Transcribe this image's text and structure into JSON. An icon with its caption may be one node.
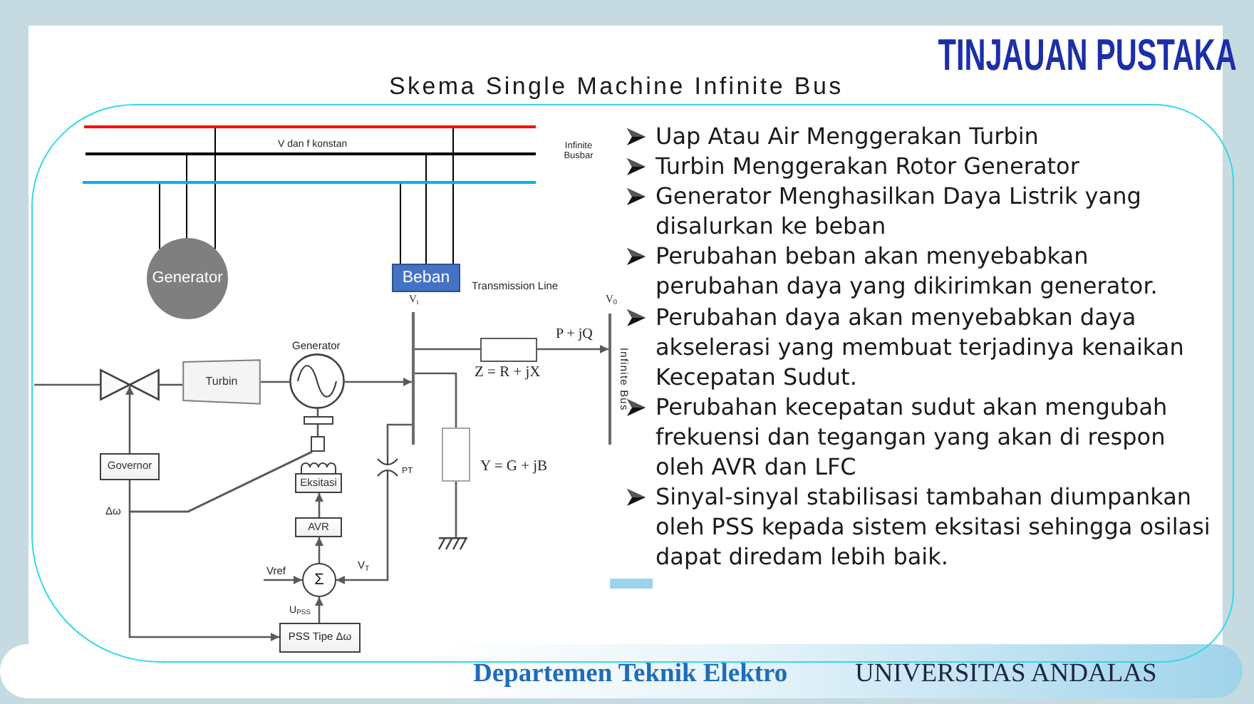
{
  "diagram": {
    "title": "TINJAUAN PUSTAKA",
    "nodes": [
      {
        "text": [],
        "shape": "bar"
      },
      {
        "text": [],
        "shape": "bar"
      },
      {
        "text": [],
        "shape": "bar"
      },
      {
        "text": [
          "Generator"
        ]
      },
      {
        "text": [
          "Beban"
        ]
      },
      {
        "text": [],
        "shape": "bar",
        "beside": [
          "V$_{t}$"
        ]
      },
      {
        "text": [],
        "shape": "box",
        "beside": [
          "Z = R + jX"
        ]
      },
      {
        "text": [],
        "shape": "bar",
        "beside": [
          "V$_{0}$",
          "Infinite Bus"
        ]
      },
      {
        "text": [],
        "shape": "valve"
      },
      {
        "text": [
          "Turbin"
        ]
      },
      {
        "text": [],
        "shape": "circle",
        "beside": [
          "Generator"
        ]
      },
      {
        "text": [],
        "shape": "box"
      },
      {
        "text": [],
        "shape": "box",
        "beside": [
          "Y = G + jB"
        ]
      },
      {
        "text": [],
        "shape": "ground"
      },
      {
        "text": [],
        "shape": "transformer",
        "beside": [
          "PT"
        ]
      },
      {
        "text": [
          "Governor"
        ]
      },
      {
        "text": [
          "Eksitasi"
        ]
      },
      {
        "text": [
          "AVR"
        ]
      },
      {
        "text": [
          "Σ"
        ]
      },
      {
        "text": [
          "PSS Tipe Δω"
        ]
      }
    ],
    "edges": [
      {
        "from": 3,
        "to": 2,
        "arrow": "none",
        "color": "#000000"
      },
      {
        "from": 3,
        "to": 1,
        "arrow": "none",
        "color": "#000000"
      },
      {
        "from": 3,
        "to": 0,
        "arrow": "none",
        "color": "#000000"
      },
      {
        "from": 4,
        "to": 2,
        "arrow": "none",
        "color": "#000000"
      },
      {
        "from": 4,
        "to": 1,
        "arrow": "none",
        "color": "#000000"
      },
      {
        "from": 4,
        "to": 0,
        "arrow": "none",
        "color": "#000000"
      },
      {
        "from": null,
        "to": 8,
        "arrow": "none"
      },
      {
        "from": 8,
        "to": 9,
        "arrow": "none"
      },
      {
        "from": 9,
        "to": 10,
        "arrow": "none"
      },
      {
        "from": 10,
        "to": 5,
        "arrow": "to"
      },
      {
        "from": 5,
        "to": 6,
        "arrow": "none"
      },
      {
        "from": 6,
        "to": 7,
        "arrow": "to",
        "label": "P + jQ"
      },
      {
        "from": 5,
        "to": 12,
        "arrow": "none"
      },
      {
        "from": 12,
        "to": 13,
        "arrow": "none"
      },
      {
        "from": 5,
        "to": 14,
        "arrow": "none"
      },
      {
        "from": 14,
        "to": 18,
        "arrow": "to",
        "label": "V$_{T}$"
      },
      {
        "from": null,
        "to": 18,
        "arrow": "to",
        "label": "Vref"
      },
      {
        "from": 18,
        "to": 17,
        "arrow": "to"
      },
      {
        "from": 17,
        "to": 16,
        "arrow": "to"
      },
      {
        "from": 19,
        "to": 18,
        "arrow": "to",
        "label": "U$_{PSS}$"
      },
      {
        "from": 15,
        "to": 8,
        "arrow": "to"
      },
      {
        "from": 10,
        "to": 11,
        "arrow": "none"
      },
      {
        "from": 11,
        "to": 15,
        "arrow": "none"
      },
      {
        "from": 11,
        "to": 19,
        "arrow": "to"
      }
    ],
    "labels": [
      "Skema Single Machine Infinite Bus",
      "V dan f konstan",
      "Infinite Busbar",
      "Transmission Line",
      "Δω",
      "Uap Atau Air Menggerakan Turbin",
      "Turbin Menggerakan Rotor Generator",
      "Generator Menghasilkan Daya Listrik yang disalurkan ke beban",
      "Perubahan beban akan menyebabkan perubahan daya yang dikirimkan generator.",
      "Perubahan daya akan menyebabkan daya akselerasi yang membuat terjadinya kenaikan Kecepatan Sudut.",
      "Perubahan kecepatan sudut akan mengubah frekuensi dan tegangan yang akan di respon oleh AVR dan LFC",
      "Sinyal-sinyal stabilisasi tambahan diumpankan oleh PSS kepada sistem eksitasi sehingga osilasi dapat diredam lebih baik.",
      "Departemen Teknik Elektro",
      "UNIVERSITAS ANDALAS"
    ]
  }
}
